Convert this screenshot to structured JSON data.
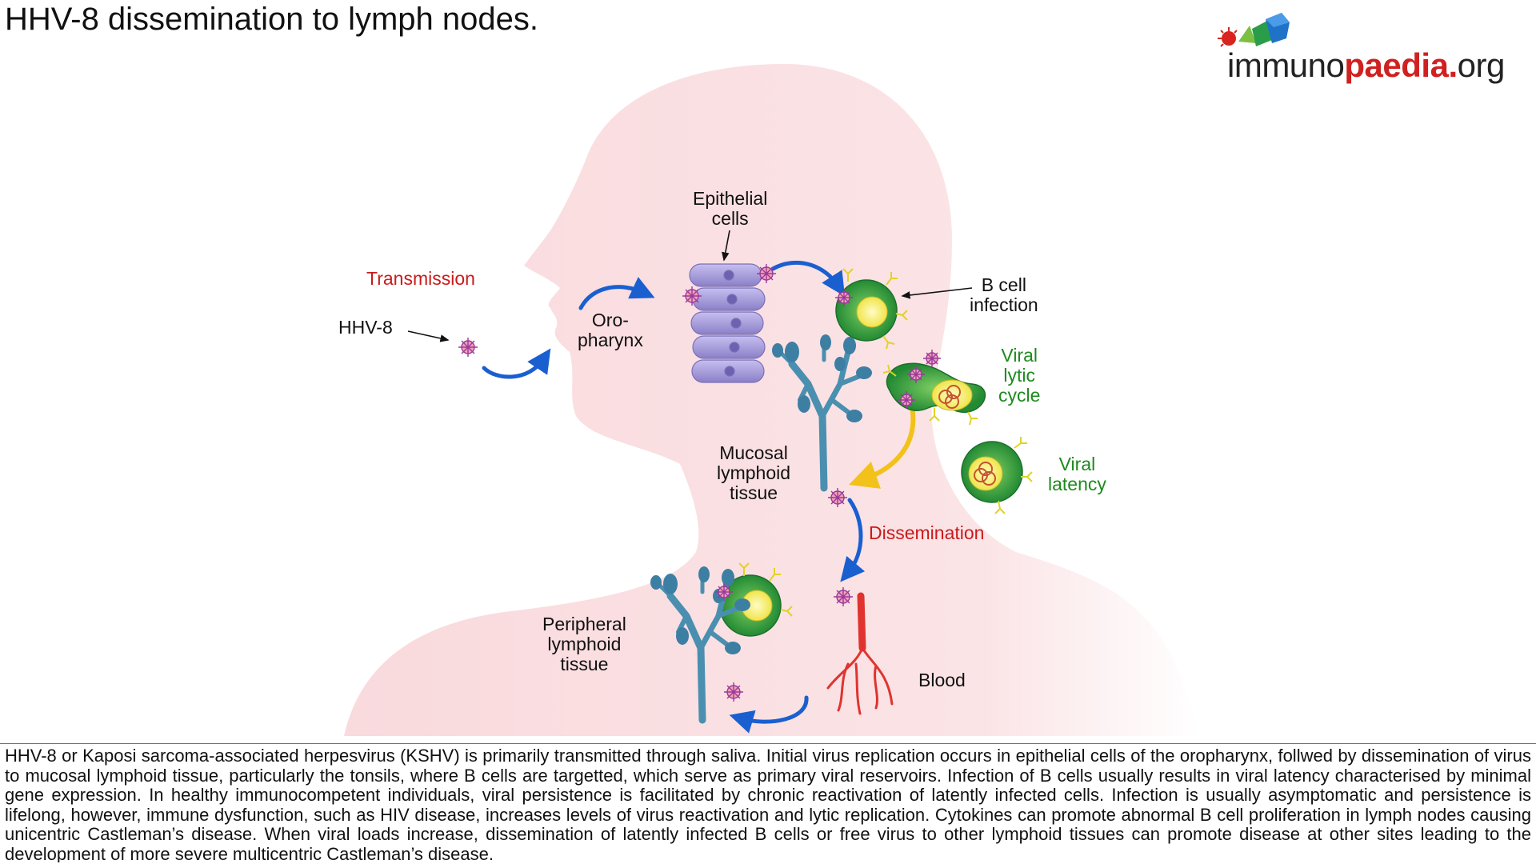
{
  "title": "HHV-8 dissemination to lymph nodes.",
  "logo": {
    "text_part1": "immuno",
    "text_part2": "paedia.",
    "text_part3": "org"
  },
  "labels": {
    "transmission": "Transmission",
    "hhv8": "HHV-8",
    "oropharynx": "Oro-\npharynx",
    "epithelial_cells": "Epithelial\ncells",
    "b_cell_infection": "B cell\ninfection",
    "viral_lytic_cycle": "Viral\nlytic\ncycle",
    "viral_latency": "Viral\nlatency",
    "mucosal_lymphoid_tissue": "Mucosal\nlymphoid\ntissue",
    "dissemination": "Dissemination",
    "peripheral_lymphoid_tissue": "Peripheral\nlymphoid\ntissue",
    "blood": "Blood"
  },
  "caption": "HHV-8 or Kaposi sarcoma-associated herpesvirus (KSHV) is primarily transmitted through saliva. Initial virus replication occurs in epithelial cells of the oropharynx, follwed by dissemination of virus to mucosal lymphoid tissue, particularly the tonsils, where B cells are targetted, which serve as primary viral reservoirs. Infection of B cells usually results in viral latency characterised by minimal gene expression. In healthy immunocompetent individuals, viral persistence is facilitated by chronic reactivation of latently infected cells. Infection is usually asymptomatic and persistence is lifelong, however, immune dysfunction, such as HIV disease, increases levels of virus reactivation and lytic replication. Cytokines can promote abnormal B cell proliferation in lymph nodes causing unicentric Castleman’s disease. When viral loads increase, dissemination of latently infected B cells or free virus to other lymphoid tissues can promote disease at other sites leading to the development of more severe multicentric Castleman’s disease.",
  "colors": {
    "silhouette": "#f9dadd",
    "arrow_blue": "#1a5fd0",
    "arrow_yellow": "#f2c21a",
    "label_red": "#c91b1b",
    "label_green": "#1d8a1d",
    "epithelial": "#9a8fd0",
    "b_cell_outer": "#2f9a3c",
    "b_cell_inner": "#f4f06a",
    "lymphoid": "#4a8fb0",
    "blood_vessel": "#e0332f"
  }
}
